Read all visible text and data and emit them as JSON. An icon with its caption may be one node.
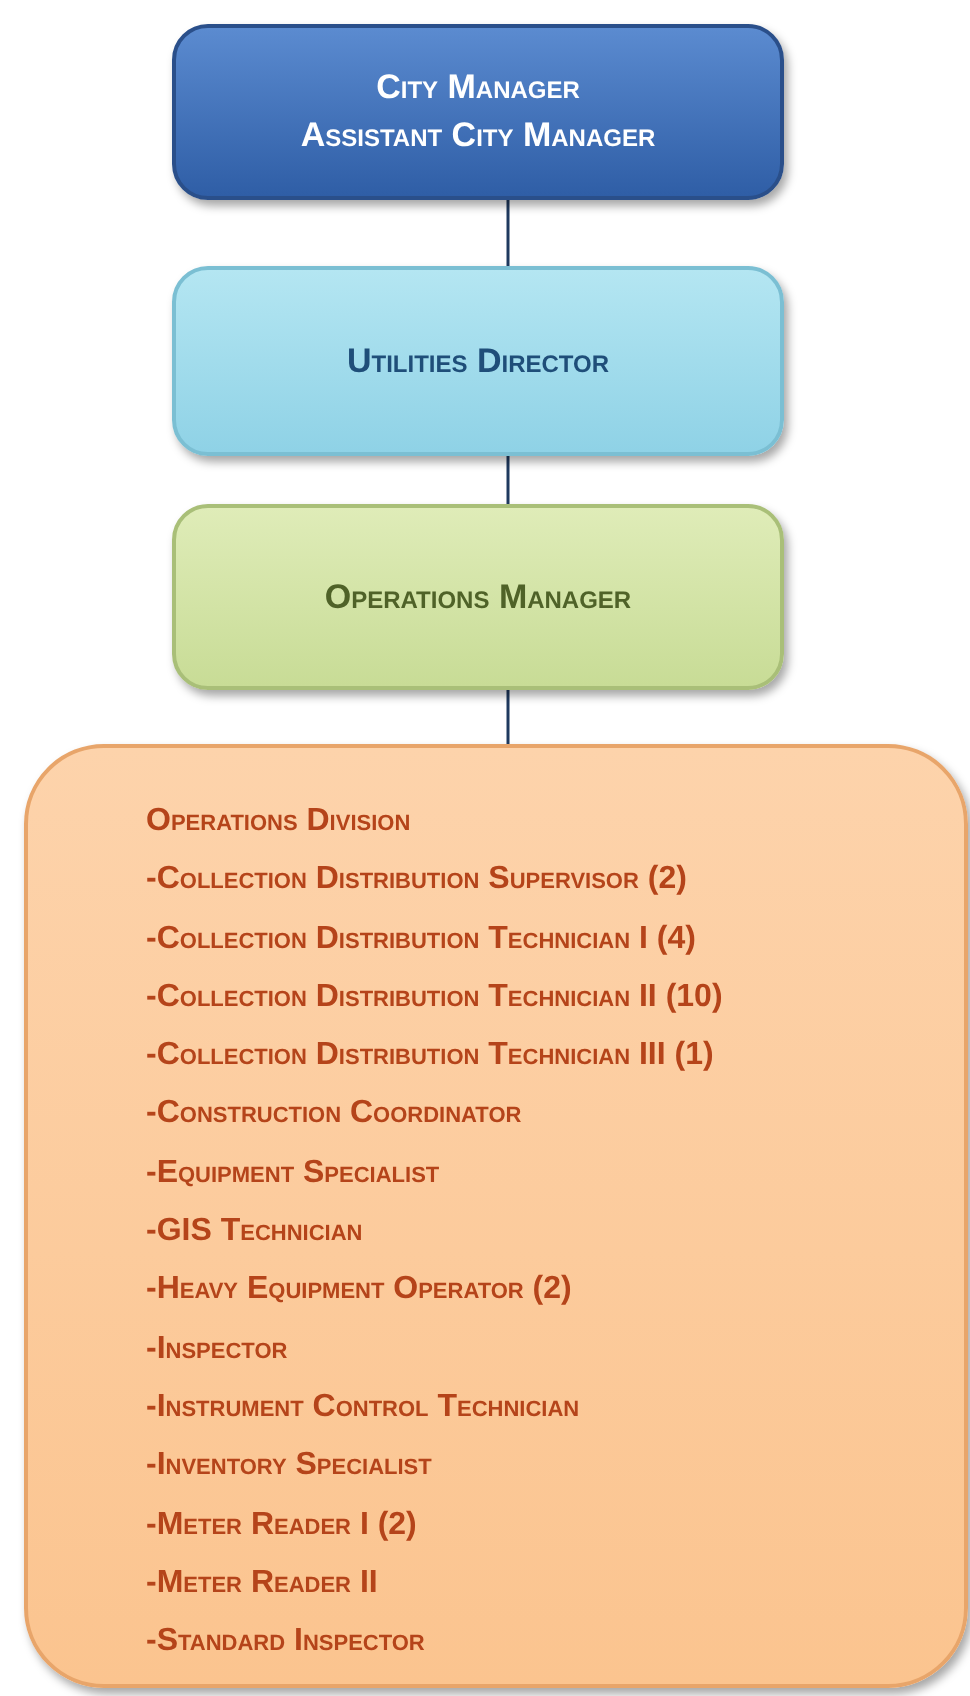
{
  "diagram": {
    "nodes": [
      {
        "text": [
          "City Manager",
          "Assistant City Manager"
        ]
      },
      {
        "text": [
          "Utilities Director"
        ]
      },
      {
        "text": [
          "Operations Manager"
        ]
      },
      {
        "text": [
          "Operations Division",
          "-Collection Distribution Supervisor (2)",
          "-Collection Distribution Technician I (4)",
          "-Collection Distribution Technician II (10)",
          "-Collection Distribution Technician III (1)",
          "-Construction Coordinator",
          "-Equipment Specialist",
          "-GIS Technician",
          "-Heavy Equipment Operator (2)",
          "-Inspector",
          "-Instrument Control Technician",
          "-Inventory Specialist",
          "-Meter Reader I (2)",
          "-Meter Reader II",
          "-Standard Inspector"
        ]
      }
    ],
    "edges": [
      {
        "from": 0,
        "to": 1,
        "arrow": "none"
      },
      {
        "from": 1,
        "to": 2,
        "arrow": "none"
      },
      {
        "from": 2,
        "to": 3,
        "arrow": "none"
      }
    ]
  }
}
